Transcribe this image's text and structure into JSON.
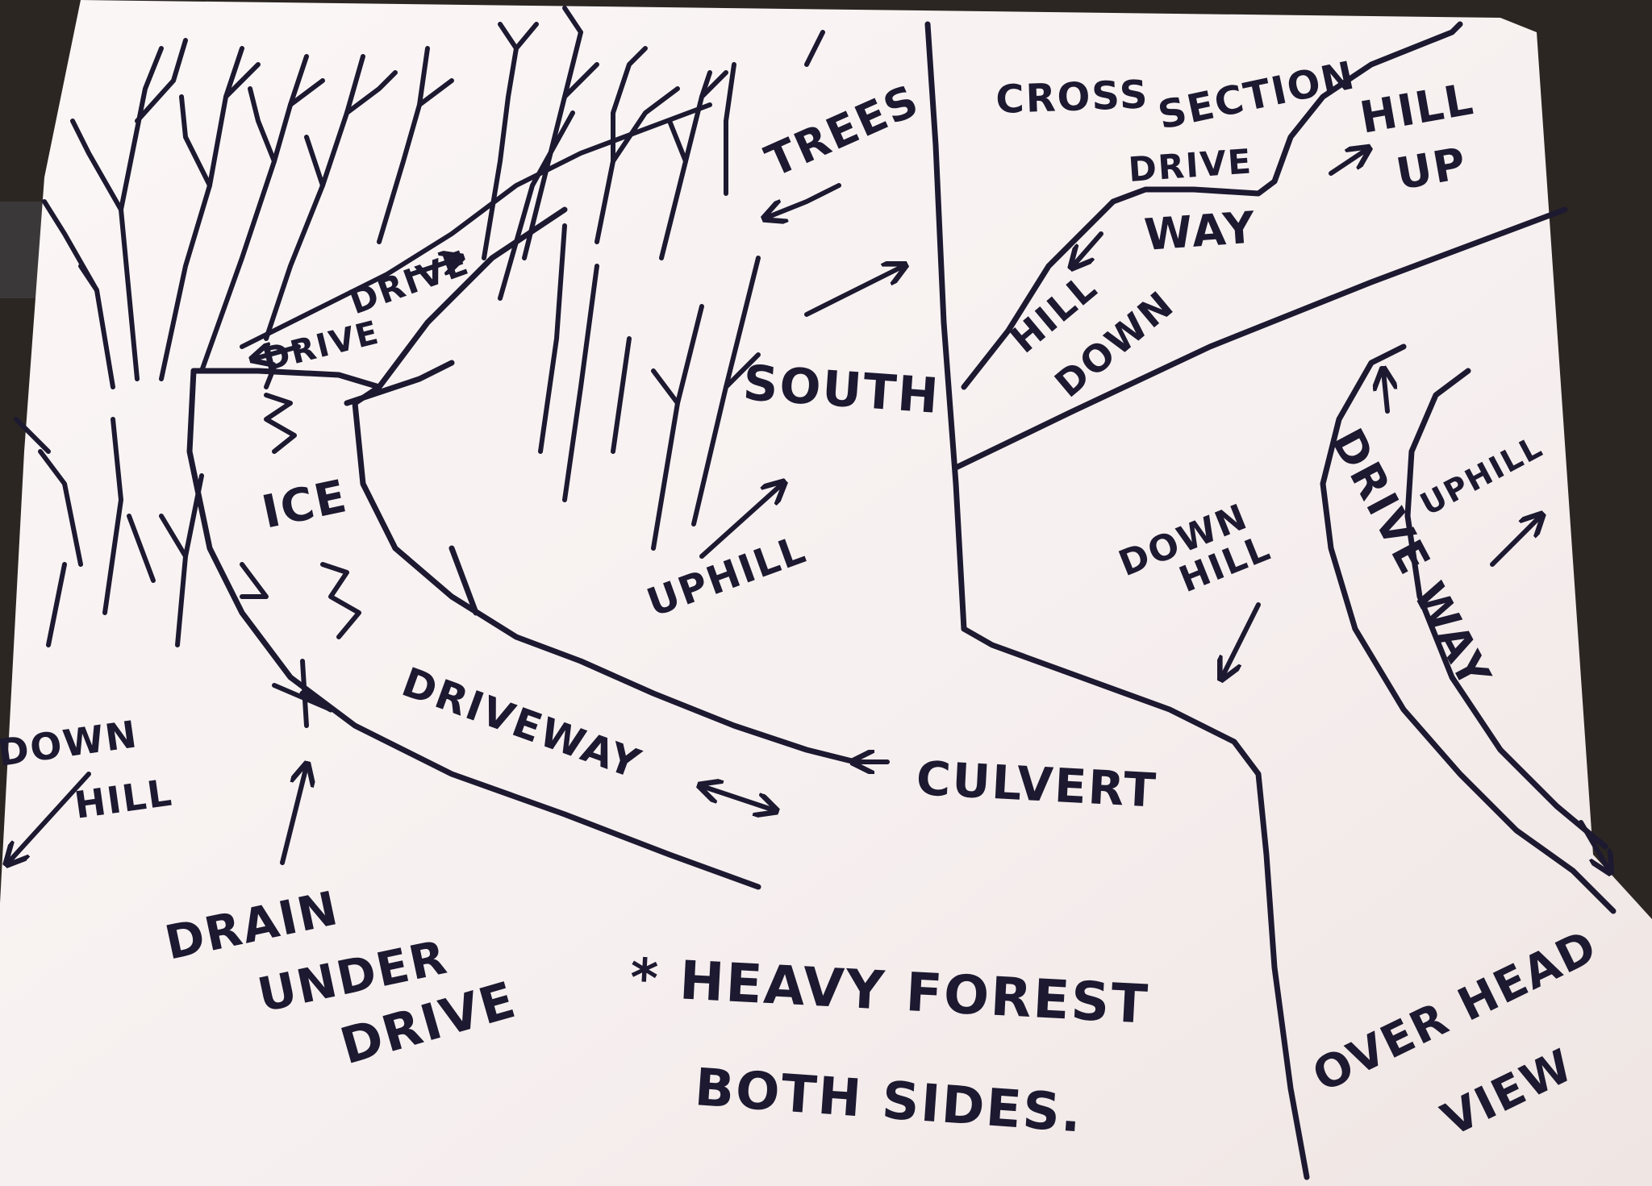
{
  "left_panel": {
    "trees_label": "TREES",
    "drive_label_1": "DRIVE",
    "drive_label_2": "DRIVE",
    "south_label": "SOUTH",
    "ice_label": "ICE",
    "uphill_label": "UPHILL",
    "driveway_label": "DRIVEWAY",
    "culvert_label": "CULVERT",
    "downhill_label_line1": "DOWN",
    "downhill_label_line2": "HILL",
    "drain_line1": "DRAIN",
    "drain_line2": "UNDER",
    "drain_line3": "DRIVE",
    "note_line1": "* HEAVY FOREST",
    "note_line2": "BOTH SIDES."
  },
  "cross_section": {
    "title_line1": "CROSS",
    "title_line2": "SECTION",
    "drive_line1": "DRIVE",
    "drive_line2": "WAY",
    "hill_up_line1": "HILL",
    "hill_up_line2": "UP",
    "hill_down_line1": "HILL",
    "hill_down_line2": "DOWN"
  },
  "overhead": {
    "downhill_line1": "DOWN",
    "downhill_line2": "HILL",
    "uphill": "UPHILL",
    "driveway": "DRIVE WAY",
    "caption_line1": "OVER HEAD",
    "caption_line2": "VIEW"
  },
  "colors": {
    "paper": "#f7f1f1",
    "ink": "#1c1930",
    "background": "#2c2622"
  }
}
